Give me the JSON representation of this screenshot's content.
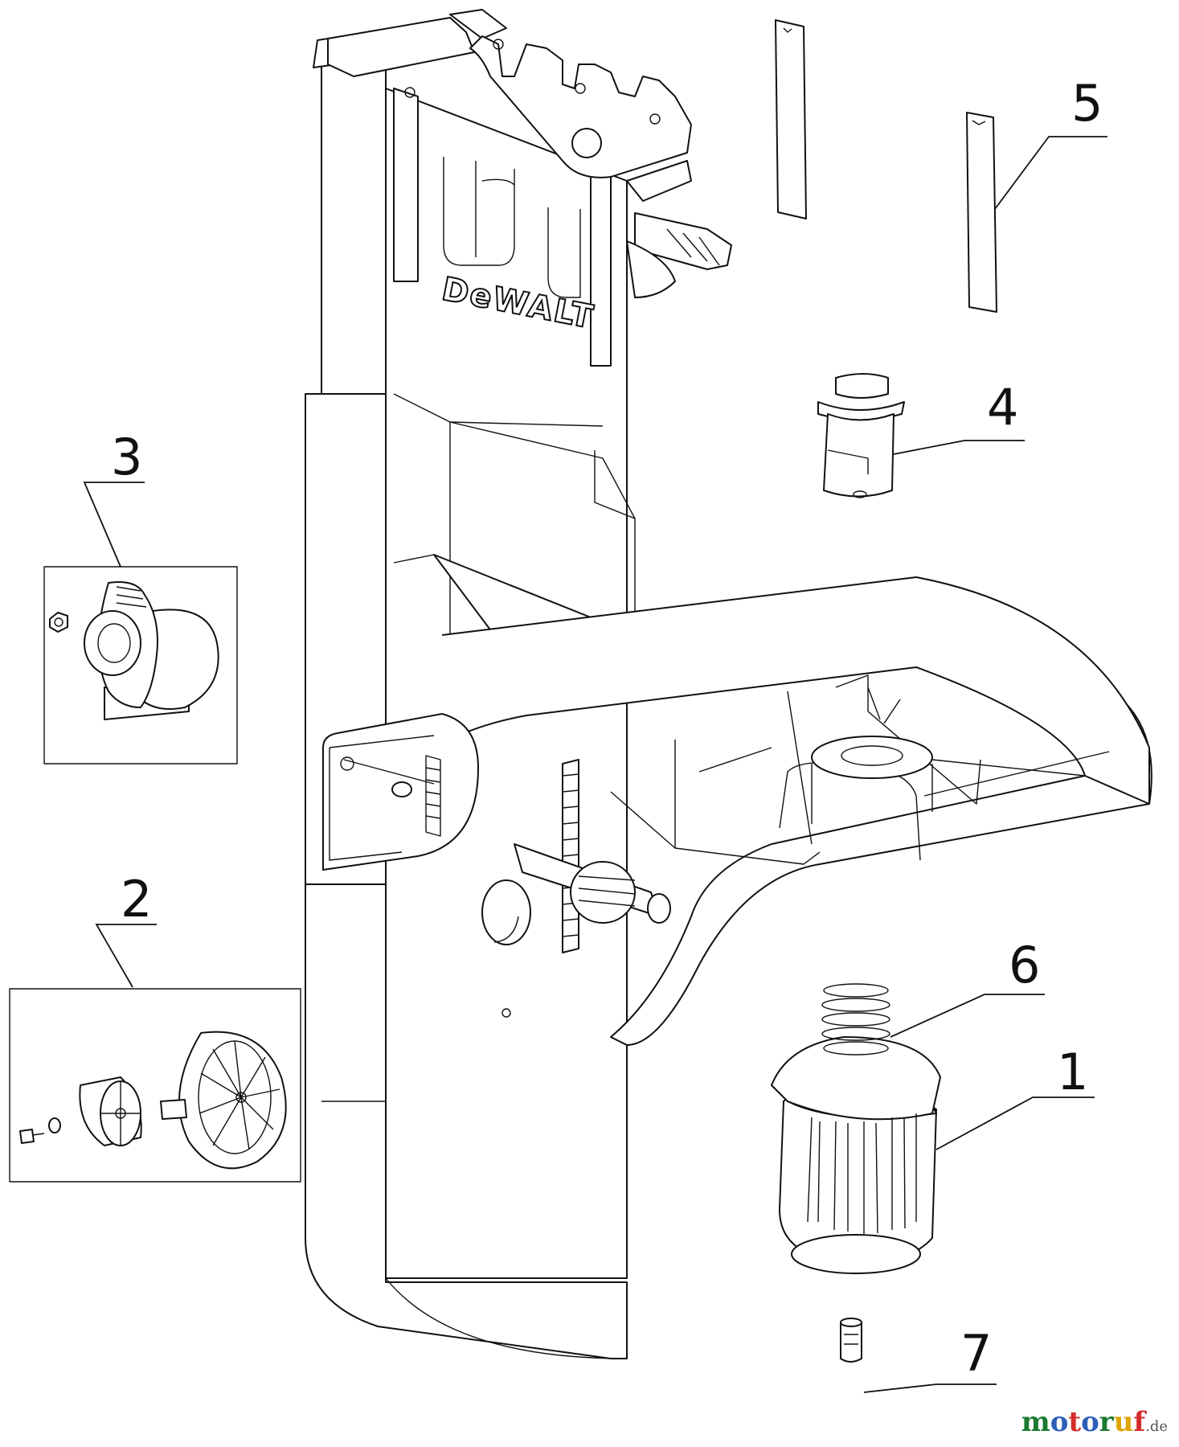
{
  "diagram": {
    "brand_mark": "DeWALT",
    "callouts": [
      {
        "id": "1",
        "label": "1"
      },
      {
        "id": "2",
        "label": "2"
      },
      {
        "id": "3",
        "label": "3"
      },
      {
        "id": "4",
        "label": "4"
      },
      {
        "id": "5",
        "label": "5"
      },
      {
        "id": "6",
        "label": "6"
      },
      {
        "id": "7",
        "label": "7"
      }
    ]
  },
  "watermark": {
    "letters": [
      "m",
      "o",
      "t",
      "o",
      "r",
      "u",
      "f"
    ],
    "colors": [
      "#1a7a2e",
      "#2b5fb8",
      "#d62b2b",
      "#2b5fb8",
      "#1a7a2e",
      "#e0a400",
      "#d62b2b"
    ],
    "tld": ".de"
  }
}
